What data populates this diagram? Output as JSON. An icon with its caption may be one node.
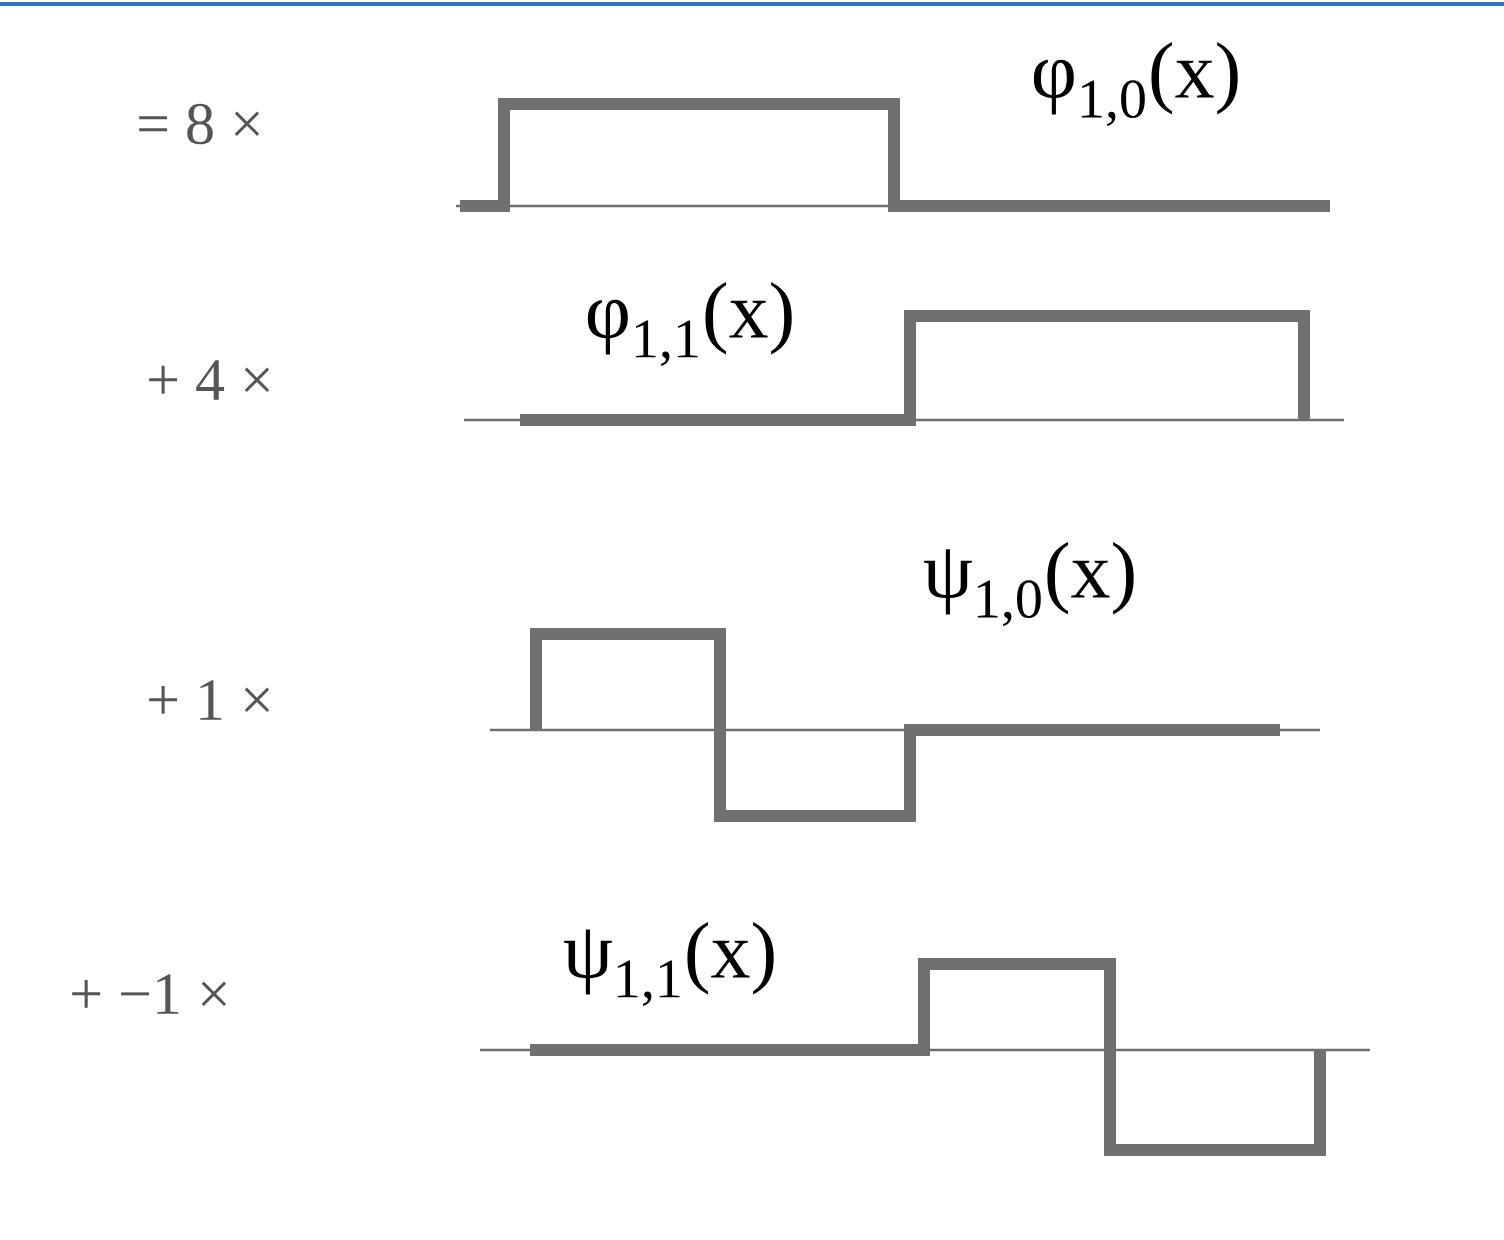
{
  "diagram": {
    "labels": [
      "= 8 ×",
      "φ$_{1,0}$(x)",
      "φ$_{1,1}$(x)",
      "+ 4 ×",
      "ψ$_{1,0}$(x)",
      "+ 1 ×",
      "ψ$_{1,1}$(x)",
      "+ −1 ×"
    ]
  }
}
